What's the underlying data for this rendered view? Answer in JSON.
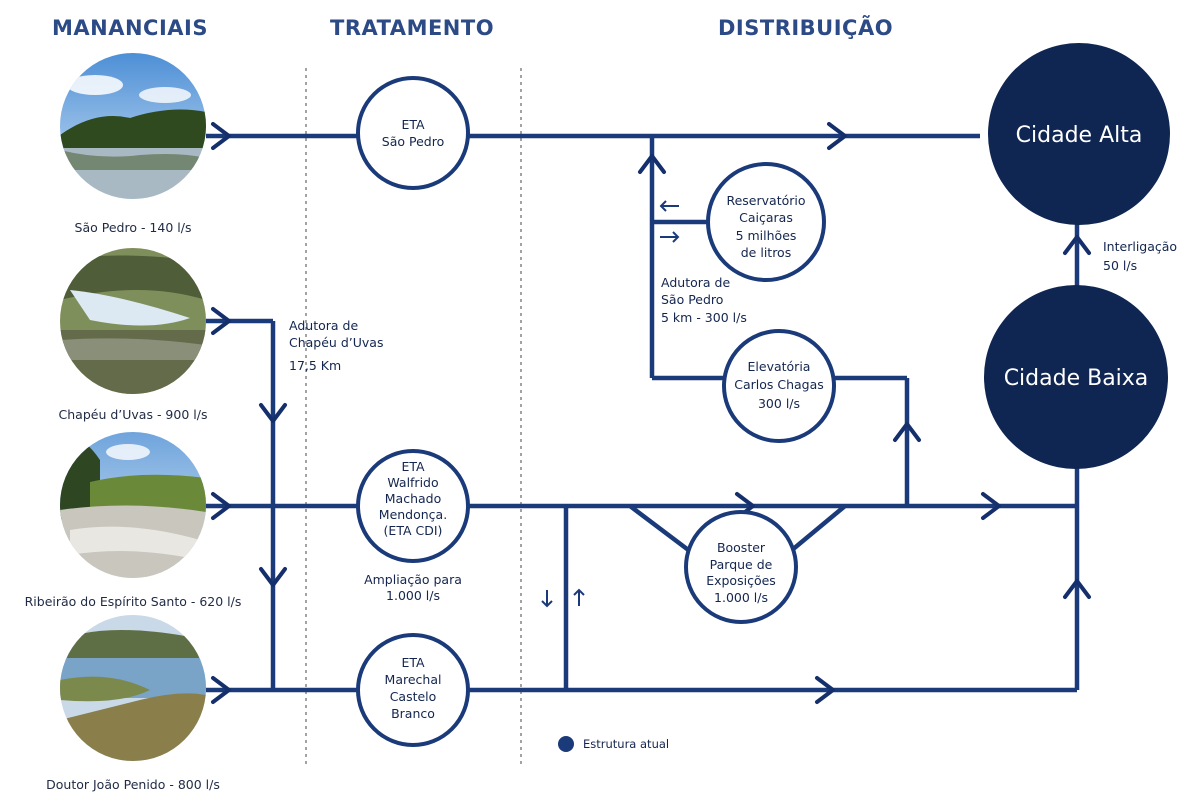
{
  "headers": {
    "mananciais": "MANANCIAIS",
    "tratamento": "TRATAMENTO",
    "distribuicao": "DISTRIBUIÇÃO"
  },
  "sources": [
    {
      "label": "São Pedro - 140 l/s",
      "photo": "reservoir-forest-photo"
    },
    {
      "label": "Chapéu d’Uvas - 900 l/s",
      "photo": "dam-lake-photo"
    },
    {
      "label": "Ribeirão do Espírito Santo - 620 l/s",
      "photo": "river-weir-photo"
    },
    {
      "label": "Doutor João Penido - 800 l/s",
      "photo": "lake-hills-photo"
    }
  ],
  "treatment": {
    "eta_sao_pedro": [
      "ETA",
      "São Pedro"
    ],
    "eta_walfrido": [
      "ETA",
      "Walfrido",
      "Machado",
      "Mendonça.",
      "(ETA CDI)"
    ],
    "eta_marechal": [
      "ETA",
      "Marechal",
      "Castelo",
      "Branco"
    ],
    "ampliacao": [
      "Ampliação para",
      "1.000 l/s"
    ]
  },
  "pipes": {
    "adutora_chapeu": [
      "Adutora de",
      "Chapéu d’Uvas",
      "17,5 Km"
    ],
    "adutora_sao_pedro": [
      "Adutora de",
      "São Pedro",
      "5 km - 300 l/s"
    ],
    "interligacao": [
      "Interligação",
      "50 l/s"
    ]
  },
  "distribution": {
    "reservatorio": [
      "Reservatório",
      "Caiçaras",
      "5 milhões",
      "de litros"
    ],
    "elevatoria": [
      "Elevatória",
      "Carlos Chagas",
      "300 l/s"
    ],
    "booster": [
      "Booster",
      "Parque de",
      "Exposições",
      "1.000 l/s"
    ],
    "cidade_alta": "Cidade Alta",
    "cidade_baixa": "Cidade Baixa"
  },
  "legend": {
    "label": "Estrutura atual",
    "color": "#1a3a7a"
  },
  "colors": {
    "line": "#1a3a7a",
    "city_fill": "#0f2552",
    "header": "#2b4a86"
  }
}
